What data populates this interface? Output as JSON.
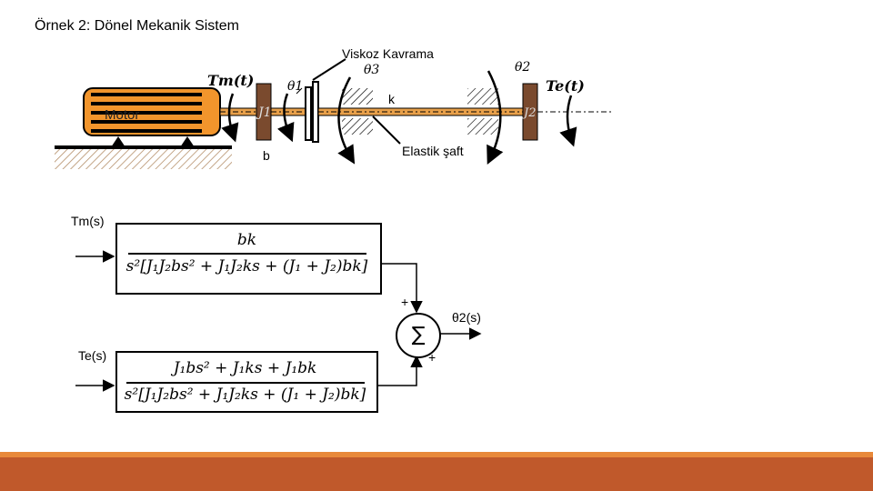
{
  "slide": {
    "title": "Örnek 2: Dönel Mekanik Sistem"
  },
  "mechanical": {
    "motor_label": "Motor",
    "viscous_coupling_label": "Viskoz Kavrama",
    "elastic_shaft_label": "Elastik şaft",
    "damping_label": "b",
    "stiffness_label": "k",
    "torque_motor": "Tm(t)",
    "torque_load": "Te(t)",
    "theta1": "θ1",
    "theta2": "θ2",
    "theta3": "θ3",
    "inertia1": "J1",
    "inertia2": "J2"
  },
  "block_diagram": {
    "input_top": "Tm(s)",
    "input_bottom": "Te(s)",
    "output": "θ2(s)",
    "sum_symbol": "∑",
    "sign_top": "+",
    "sign_bottom": "+",
    "tf_top": {
      "numerator": "bk",
      "denominator": "s²[J₁J₂bs² + J₁J₂ks + (J₁ + J₂)bk]"
    },
    "tf_bottom": {
      "numerator": "J₁bs² + J₁ks + J₁bk",
      "denominator": "s²[J₁J₂bs² + J₁J₂ks + (J₁ + J₂)bk]"
    }
  },
  "colors": {
    "motor_fill": "#f2952c",
    "shaft": "#e8a04a",
    "inertia_fill": "#7a4a2e",
    "footer": "#c0592b"
  }
}
